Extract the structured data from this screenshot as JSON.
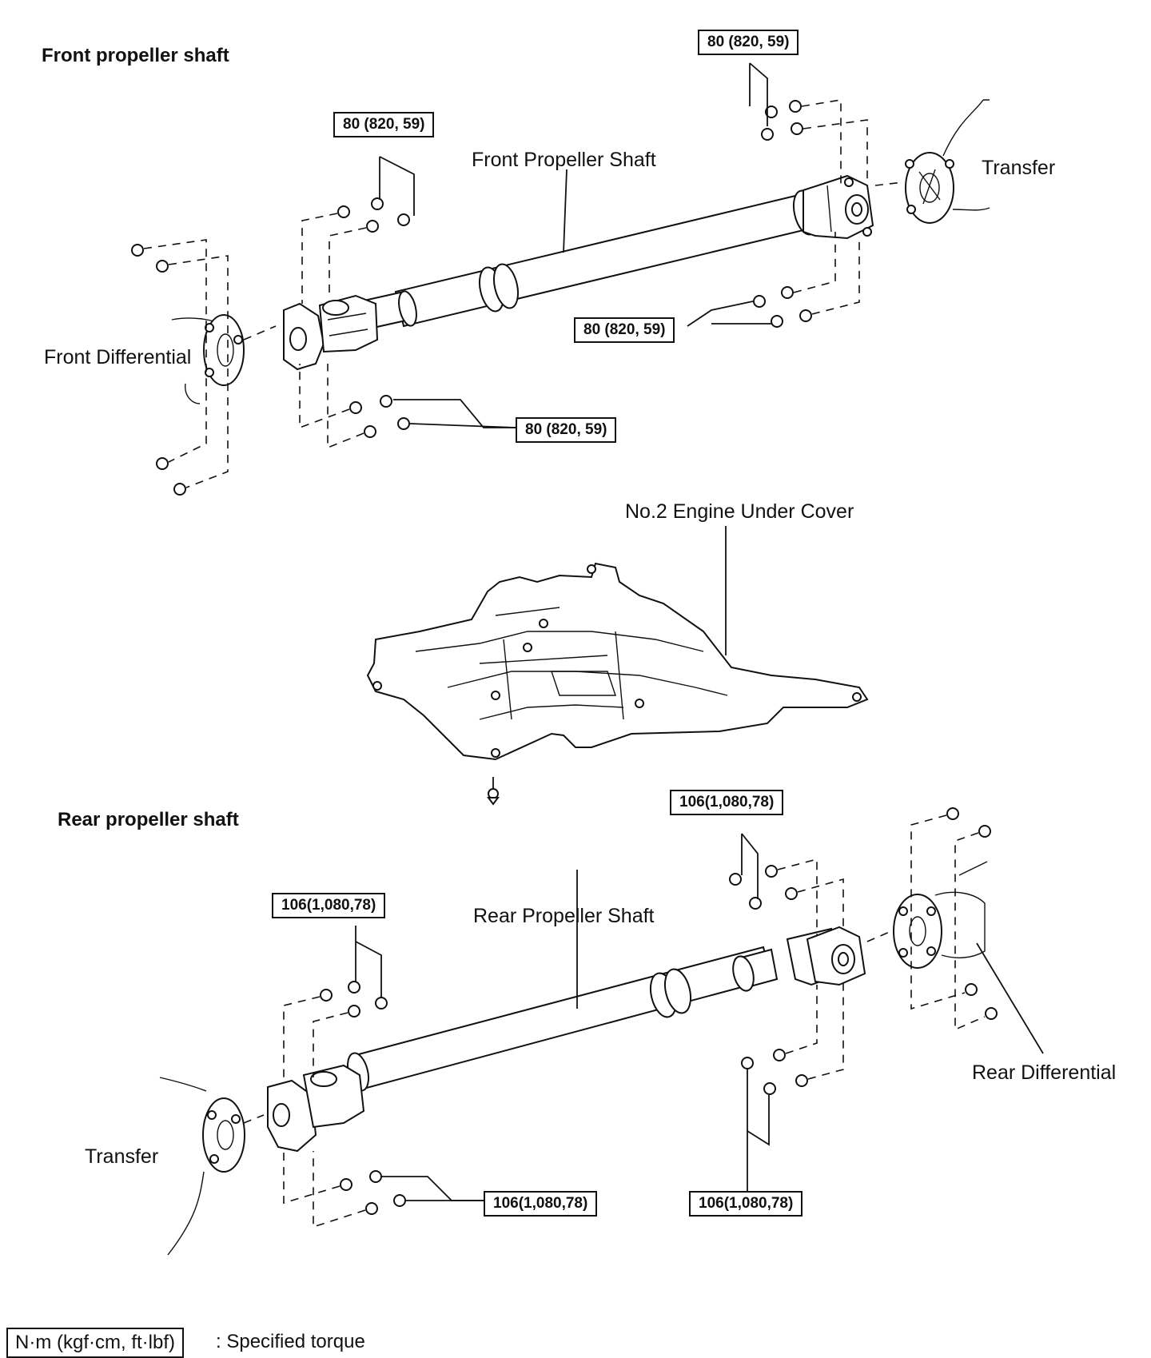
{
  "titles": {
    "front": "Front propeller shaft",
    "rear": "Rear propeller shaft"
  },
  "labels": {
    "front_propeller_shaft": "Front Propeller Shaft",
    "transfer_front": "Transfer",
    "front_differential": "Front Differential",
    "engine_under_cover": "No.2 Engine Under Cover",
    "rear_propeller_shaft": "Rear Propeller Shaft",
    "rear_differential": "Rear Differential",
    "transfer_rear": "Transfer"
  },
  "torque": {
    "front_transfer_top": "80 (820, 59)",
    "front_diff_top": "80 (820, 59)",
    "front_transfer_bottom": "80 (820, 59)",
    "front_diff_bottom": "80 (820, 59)",
    "rear_diff_top": "106(1,080,78)",
    "rear_transfer_top": "106(1,080,78)",
    "rear_transfer_bottom": "106(1,080,78)",
    "rear_diff_bottom": "106(1,080,78)"
  },
  "legend": {
    "unit_box": "N·m (kgf·cm, ft·lbf)",
    "description": ": Specified torque"
  }
}
